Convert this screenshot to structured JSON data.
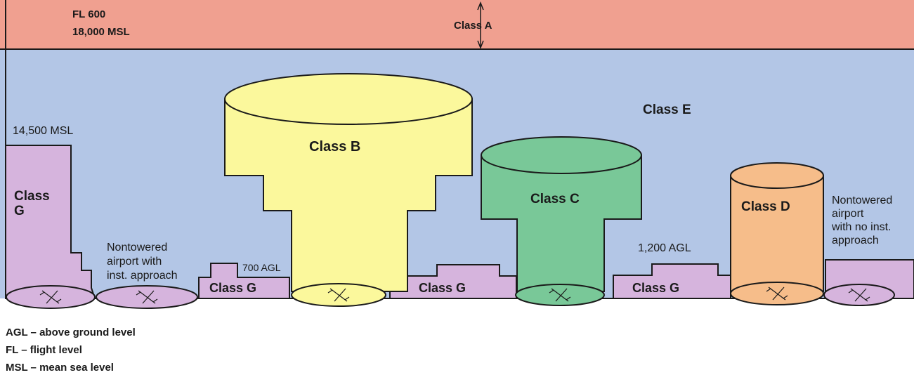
{
  "colors": {
    "class_a": "#f0a090",
    "class_e": "#b3c6e6",
    "class_b": "#fbf89c",
    "class_c": "#79c898",
    "class_d": "#f6bd8a",
    "class_g": "#d6b4dd",
    "outline": "#1a1a1a"
  },
  "class_a": {
    "label": "Class A",
    "fl_label": "FL 600",
    "msl_label": "18,000 MSL"
  },
  "class_e": {
    "label": "Class E"
  },
  "class_b": {
    "label": "Class B"
  },
  "class_c": {
    "label": "Class C"
  },
  "class_d": {
    "label": "Class D"
  },
  "class_g": {
    "label_left_line1": "Class",
    "label_left_line2": "G",
    "label_1": "Class G",
    "label_2": "Class G",
    "label_3": "Class G",
    "msl_label": "14,500 MSL"
  },
  "annotations": {
    "agl_700": "700 AGL",
    "agl_1200": "1,200 AGL",
    "nontowered_inst_line1": "Nontowered",
    "nontowered_inst_line2": "airport with",
    "nontowered_inst_line3": "inst. approach",
    "nontowered_noinst_line1": "Nontowered",
    "nontowered_noinst_line2": "airport",
    "nontowered_noinst_line3": "with no inst.",
    "nontowered_noinst_line4": "approach"
  },
  "legend": [
    "AGL – above ground level",
    "FL – flight level",
    "MSL – mean sea level"
  ]
}
